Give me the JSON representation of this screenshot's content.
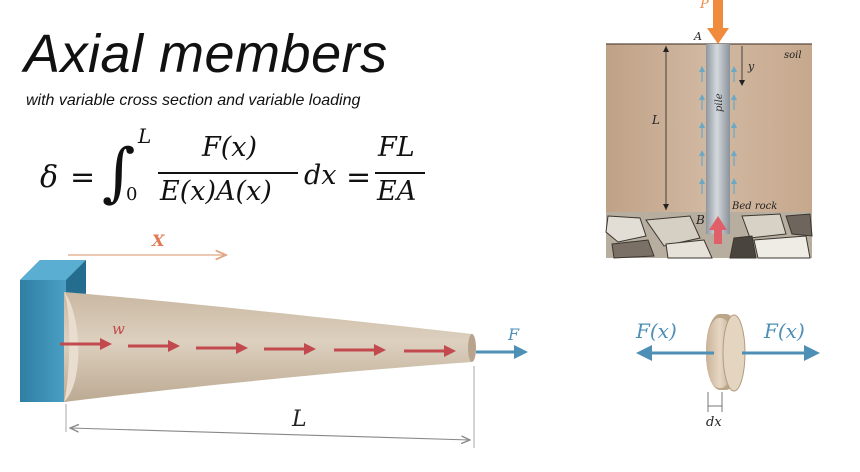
{
  "title": "Axial members",
  "subtitle": "with variable cross section and variable loading",
  "formula": {
    "lhs": "δ",
    "equals": "=",
    "integral": "∫",
    "upper_limit": "L",
    "lower_limit": "0",
    "numerator": "F(x)",
    "denominator": "E(x)A(x)",
    "differential": "dx",
    "result_numerator": "FL",
    "result_denominator": "EA"
  },
  "beam_figure": {
    "x_label": "X",
    "load_label": "w",
    "force_label": "F",
    "length_label": "L"
  },
  "pile_figure": {
    "force_label": "P",
    "point_a": "A",
    "point_b": "B",
    "soil_label": "soil",
    "y_label": "y",
    "length_label": "L",
    "pile_label": "pile",
    "bedrock_label": "Bed rock"
  },
  "element_figure": {
    "left_force": "F(x)",
    "right_force": "F(x)",
    "thickness_label": "dx"
  },
  "colors": {
    "wall": "#3e8fb3",
    "cone": "#d6c7b3",
    "load_arrow": "#c24a4e",
    "force_arrow": "#4e8fb5",
    "soil": "#cdb29a",
    "pile": "#a9b0b6",
    "pile_top_arrow": "#f08a3c"
  }
}
